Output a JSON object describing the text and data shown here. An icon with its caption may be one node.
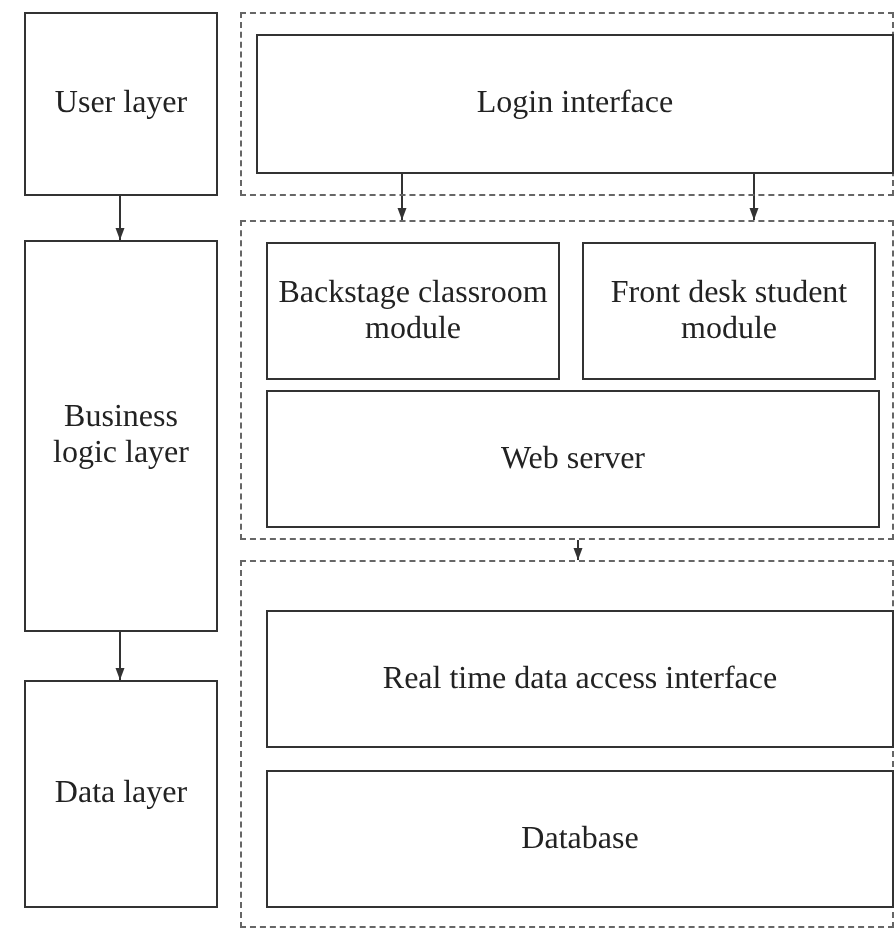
{
  "diagram": {
    "nodes": [
      {
        "text": [
          "User layer"
        ]
      },
      {
        "text": [],
        "shape": "box"
      },
      {
        "text": [
          "Login interface"
        ],
        "in": 1
      },
      {
        "text": [
          "Business logic layer"
        ]
      },
      {
        "text": [],
        "shape": "box"
      },
      {
        "text": [
          "Backstage classroom module"
        ],
        "in": 4
      },
      {
        "text": [
          "Front desk student module"
        ],
        "in": 4
      },
      {
        "text": [
          "Web server"
        ],
        "in": 4
      },
      {
        "text": [
          "Data layer"
        ]
      },
      {
        "text": [],
        "shape": "box"
      },
      {
        "text": [
          "Real time data access interface"
        ],
        "in": 9
      },
      {
        "text": [
          "Database"
        ],
        "in": 9
      }
    ],
    "edges": [
      {
        "from": 0,
        "to": 3,
        "arrow": "to"
      },
      {
        "from": 3,
        "to": 8,
        "arrow": "to"
      },
      {
        "from": 2,
        "to": 4,
        "arrow": "to"
      },
      {
        "from": 2,
        "to": 4,
        "arrow": "to"
      },
      {
        "from": 4,
        "to": 9,
        "arrow": "to"
      }
    ]
  }
}
